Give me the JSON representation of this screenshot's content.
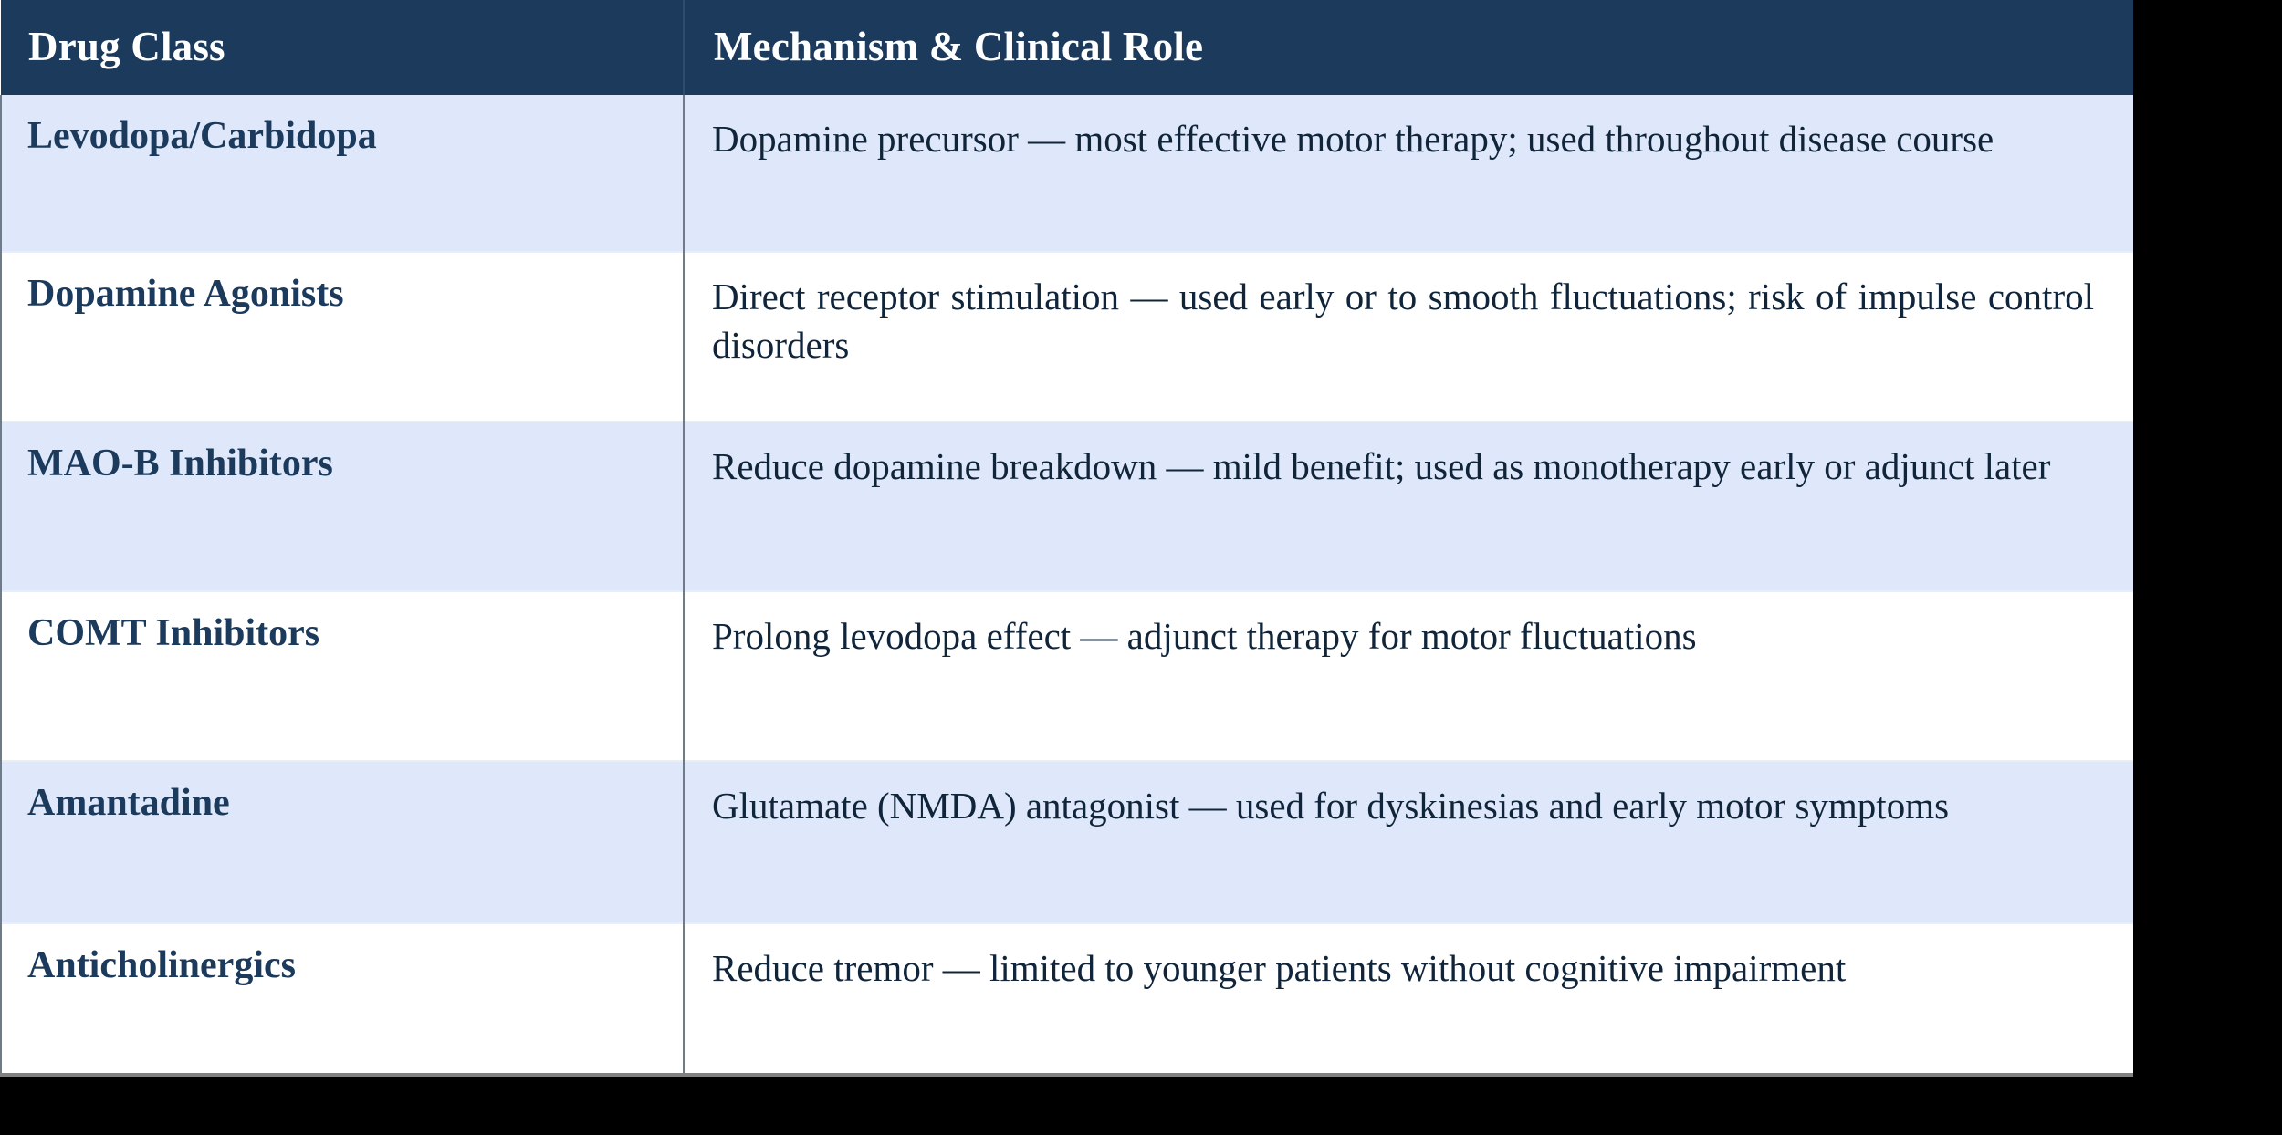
{
  "table": {
    "columns": [
      {
        "key": "drug_class",
        "label": "Drug Class"
      },
      {
        "key": "mechanism",
        "label": "Mechanism & Clinical Role"
      }
    ],
    "rows": [
      {
        "drug_class": "Levodopa/Carbidopa",
        "mechanism": "Dopamine precursor — most effective motor therapy; used throughout disease course"
      },
      {
        "drug_class": "Dopamine Agonists",
        "mechanism": "Direct receptor stimulation — used early or to smooth fluctuations; risk of impulse control disorders"
      },
      {
        "drug_class": "MAO-B Inhibitors",
        "mechanism": "Reduce dopamine breakdown — mild benefit; used as monotherapy early or adjunct later"
      },
      {
        "drug_class": "COMT Inhibitors",
        "mechanism": "Prolong levodopa effect — adjunct therapy for motor fluctuations"
      },
      {
        "drug_class": "Amantadine",
        "mechanism": "Glutamate (NMDA) antagonist — used for dyskinesias and early motor symptoms"
      },
      {
        "drug_class": "Anticholinergics",
        "mechanism": "Reduce tremor — limited to younger patients without cognitive impairment"
      }
    ]
  },
  "colors": {
    "header_background": "#1B3A5C",
    "header_text": "#FFFFFF",
    "row_shaded": "#DEE8FA",
    "row_plain": "#FFFFFF",
    "drug_class_text": "#1B3A5C",
    "mechanism_text": "#10243A",
    "divider": "#6E7B88",
    "page_background": "#000000"
  }
}
